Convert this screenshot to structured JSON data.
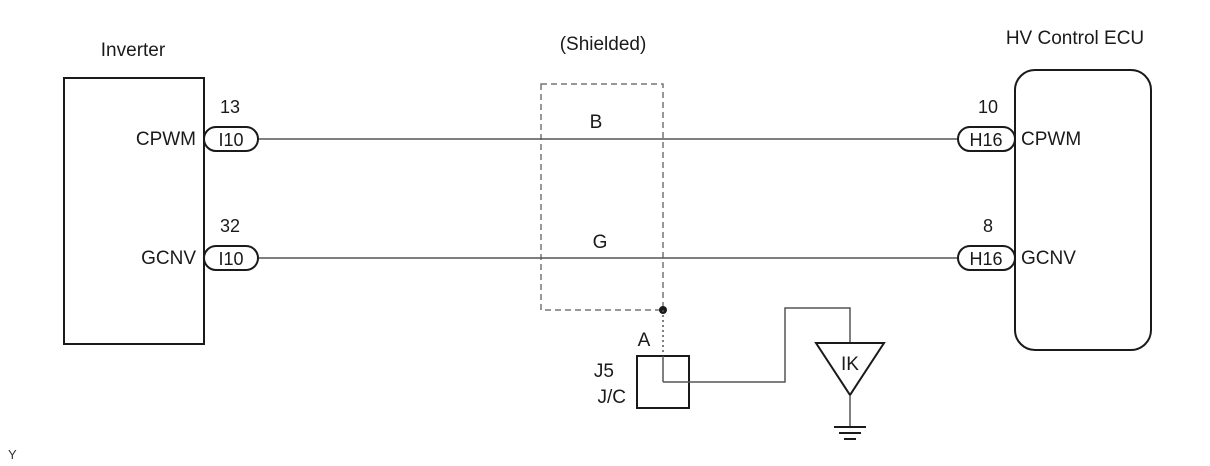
{
  "inverter": {
    "title": "Inverter",
    "pins": [
      {
        "signal": "CPWM",
        "pin": "13",
        "connector": "I10"
      },
      {
        "signal": "GCNV",
        "pin": "32",
        "connector": "I10"
      }
    ]
  },
  "ecu": {
    "title": "HV Control ECU",
    "pins": [
      {
        "signal": "CPWM",
        "pin": "10",
        "connector": "H16"
      },
      {
        "signal": "GCNV",
        "pin": "8",
        "connector": "H16"
      }
    ]
  },
  "shield": {
    "label": "(Shielded)",
    "wires": [
      {
        "color_code": "B"
      },
      {
        "color_code": "G"
      }
    ]
  },
  "junction": {
    "pin": "A",
    "id": "J5",
    "type": "J/C"
  },
  "ground": {
    "label": "IK"
  },
  "corner_mark": "Y"
}
